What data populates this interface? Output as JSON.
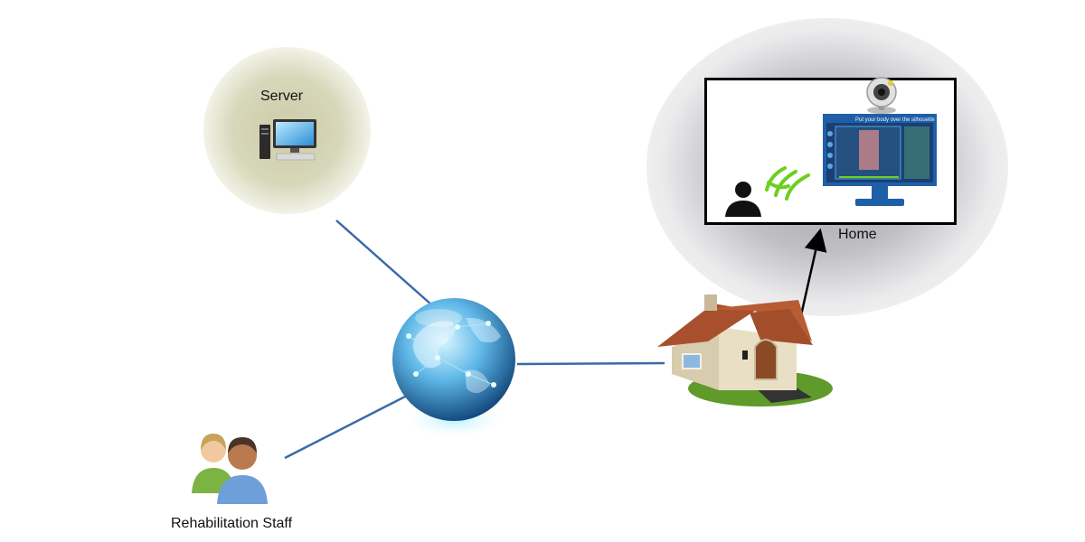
{
  "nodes": {
    "server": {
      "label": "Server"
    },
    "home": {
      "label": "Home"
    },
    "staff": {
      "label": "Rehabilitation Staff"
    }
  },
  "screen": {
    "instruction": "Put your body over the silhouette"
  },
  "colors": {
    "link": "#3a6aa8",
    "server_glow": "#cfcfa8",
    "home_glow": "#9b9ba0",
    "monitor_frame": "#1f5fa8",
    "wave": "#6ccf1e"
  },
  "icons": [
    "desktop-computer-icon",
    "globe-icon",
    "house-icon",
    "webcam-icon",
    "monitor-icon",
    "person-silhouette-icon",
    "wireless-waves-icon",
    "staff-people-icon"
  ]
}
